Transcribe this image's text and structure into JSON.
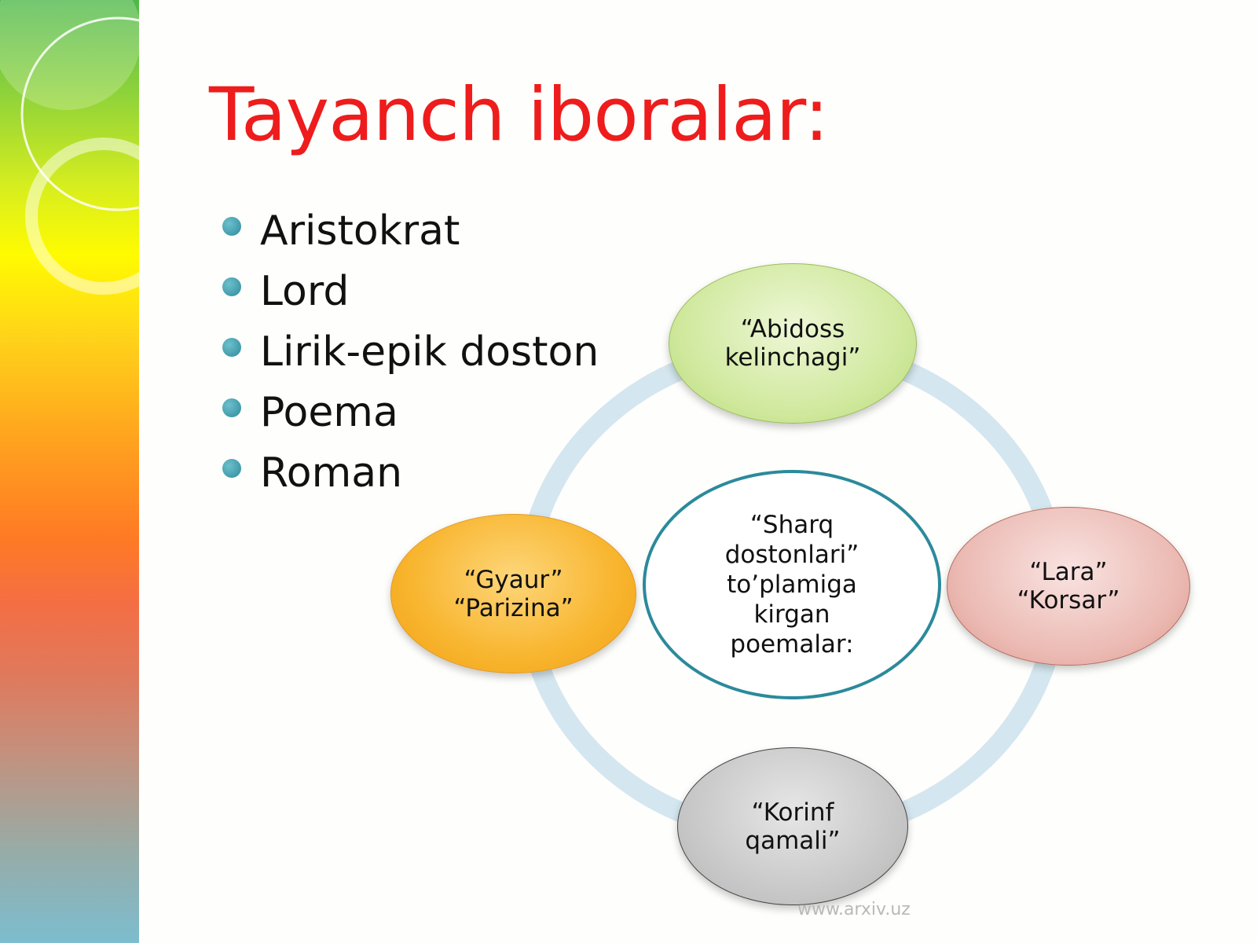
{
  "slide": {
    "title": "Tayanch iboralar:",
    "bullets": [
      "Aristokrat",
      "Lord",
      "Lirik-epik doston",
      "Poema",
      "Roman"
    ],
    "watermark": "www.arxiv.uz"
  },
  "diagram": {
    "center": "“Sharq\ndostonlari”\nto’plamiga\nkirgan\npoemalar:",
    "nodes": {
      "top": "“Abidoss\nkelinchagi”",
      "right": "“Lara”\n“Korsar”",
      "bottom": "“Korinf\nqamali”",
      "left": "“Gyaur”\n“Parizina”"
    }
  },
  "colors": {
    "title": "#ee1c1c",
    "bullet": "#2f8a9b",
    "ring": "#d4e6ef",
    "center_border": "#2b8a9b",
    "top_node": "#cfe89c",
    "right_node": "#ebb9b2",
    "bottom_node": "#c4c4c4",
    "left_node": "#f8b52e"
  }
}
